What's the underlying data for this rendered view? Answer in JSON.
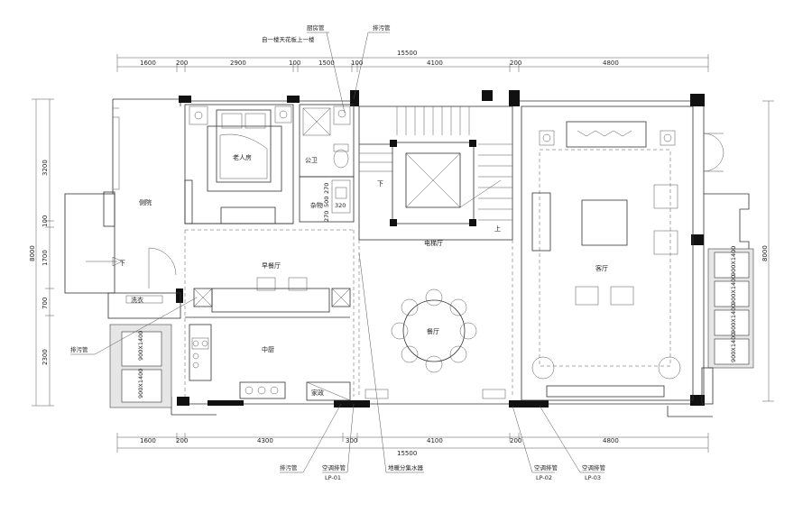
{
  "dimensions": {
    "top_total": "15500",
    "top_segments": [
      "1600",
      "200",
      "2900",
      "100",
      "1500",
      "100",
      "4100",
      "200",
      "4800"
    ],
    "bottom_total": "15500",
    "bottom_segments": [
      "1600",
      "200",
      "4300",
      "300",
      "4100",
      "200",
      "4800"
    ],
    "left_segments": [
      "3200",
      "100",
      "1700",
      "700",
      "2300"
    ],
    "left_total": "8000",
    "right_total": "8000"
  },
  "rooms": {
    "elderly_room": "老人房",
    "public_bath": "公卫",
    "storage": "杂物",
    "garden": "侧院",
    "dining_area": "早餐厅",
    "kitchen": "中厨",
    "wash": "洗衣",
    "laundry": "家政",
    "elevator_hall": "电梯厅",
    "dining": "餐厅",
    "living": "客厅",
    "down1": "下",
    "down2": "下",
    "up": "上"
  },
  "notes": {
    "exhaust_pipe": "厨房管",
    "exhaust_note": "自一楼天花板上一楼",
    "drain_top": "排污管",
    "drain_left": "排污管",
    "drain_bottom": "排污管",
    "ac_pipe1": "空调排管",
    "ac_tag1": "LP-01",
    "floor_drain": "地暖分集水器",
    "ac_pipe2": "空调排管",
    "ac_tag2": "LP-02",
    "ac_pipe3": "空调排管",
    "ac_tag3": "LP-03"
  },
  "window_labels": [
    "900X1400",
    "900X1400",
    "900X1400",
    "900X1400",
    "900X1400",
    "900X1400"
  ],
  "small_dims": [
    "270",
    "500",
    "270",
    "320"
  ]
}
